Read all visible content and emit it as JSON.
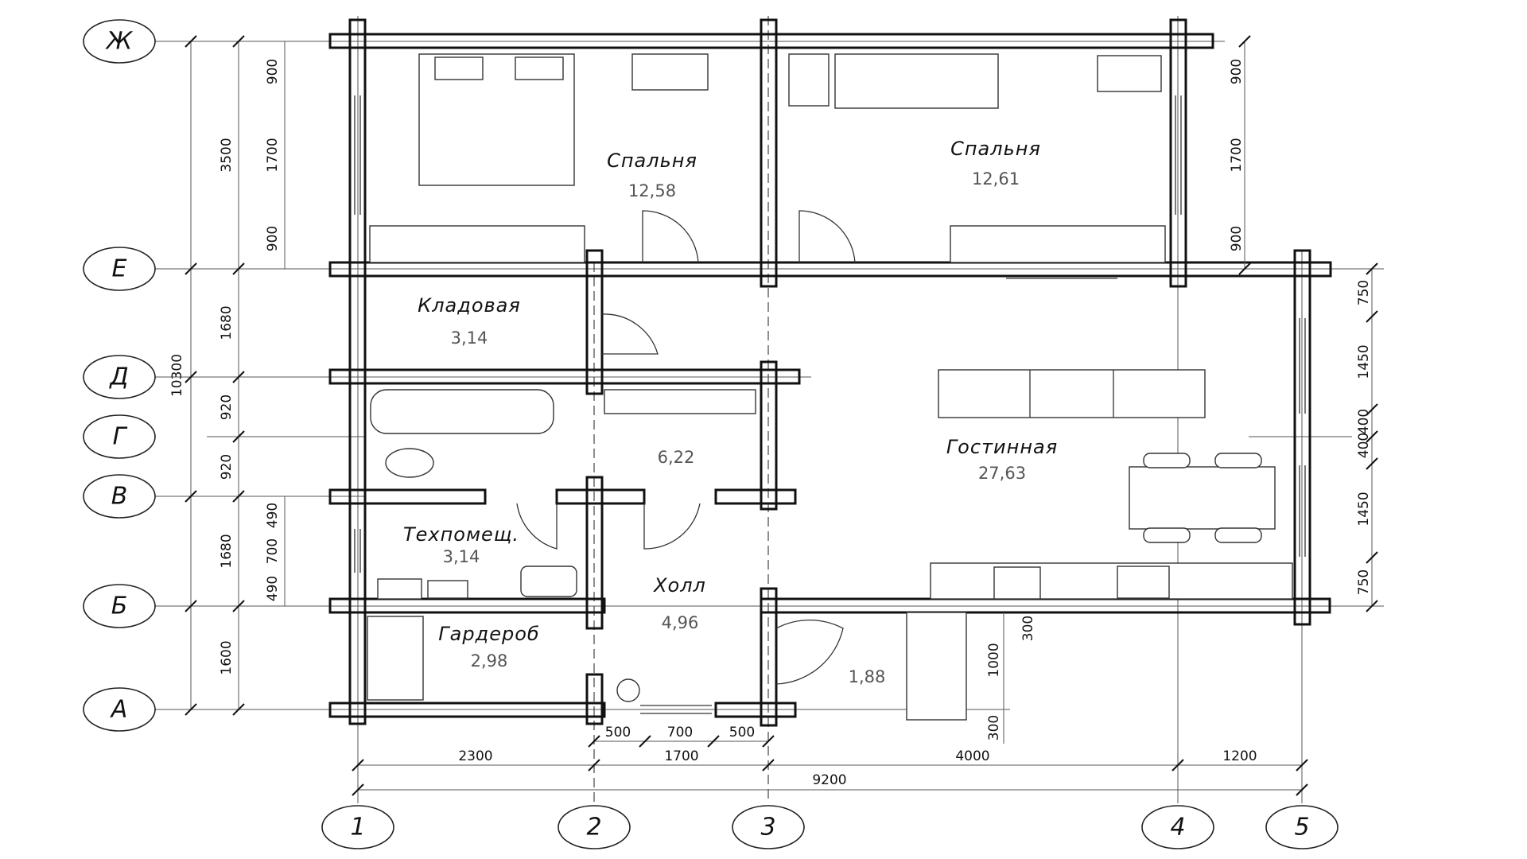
{
  "axes": {
    "rows": [
      "Ж",
      "Е",
      "Д",
      "Г",
      "В",
      "Б",
      "А"
    ],
    "cols": [
      "1",
      "2",
      "3",
      "4",
      "5"
    ]
  },
  "rooms": [
    {
      "name": "Спальня",
      "area": "12,58"
    },
    {
      "name": "Спальня",
      "area": "12,61"
    },
    {
      "name": "Кладовая",
      "area": "3,14"
    },
    {
      "name": "",
      "area": "6,22"
    },
    {
      "name": "Гостинная",
      "area": "27,63"
    },
    {
      "name": "Техпомещ.",
      "area": "3,14"
    },
    {
      "name": "Холл",
      "area": "4,96"
    },
    {
      "name": "Гардероб",
      "area": "2,98"
    },
    {
      "name": "",
      "area": "1,88"
    }
  ],
  "dims": {
    "left_total": "10300",
    "left_outer": [
      "3500",
      "1680",
      "920",
      "920",
      "1680",
      "1600"
    ],
    "left_inner": [
      "900",
      "1700",
      "900",
      "490",
      "700",
      "490"
    ],
    "right": [
      "900",
      "1700",
      "900",
      "750",
      "1450",
      "400",
      "400",
      "1450",
      "750"
    ],
    "porch": [
      "300",
      "1000",
      "300"
    ],
    "bottom_door": [
      "500",
      "700",
      "500"
    ],
    "bottom_mid": [
      "2300",
      "1700",
      "4000",
      "1200"
    ],
    "bottom_total": "9200"
  }
}
